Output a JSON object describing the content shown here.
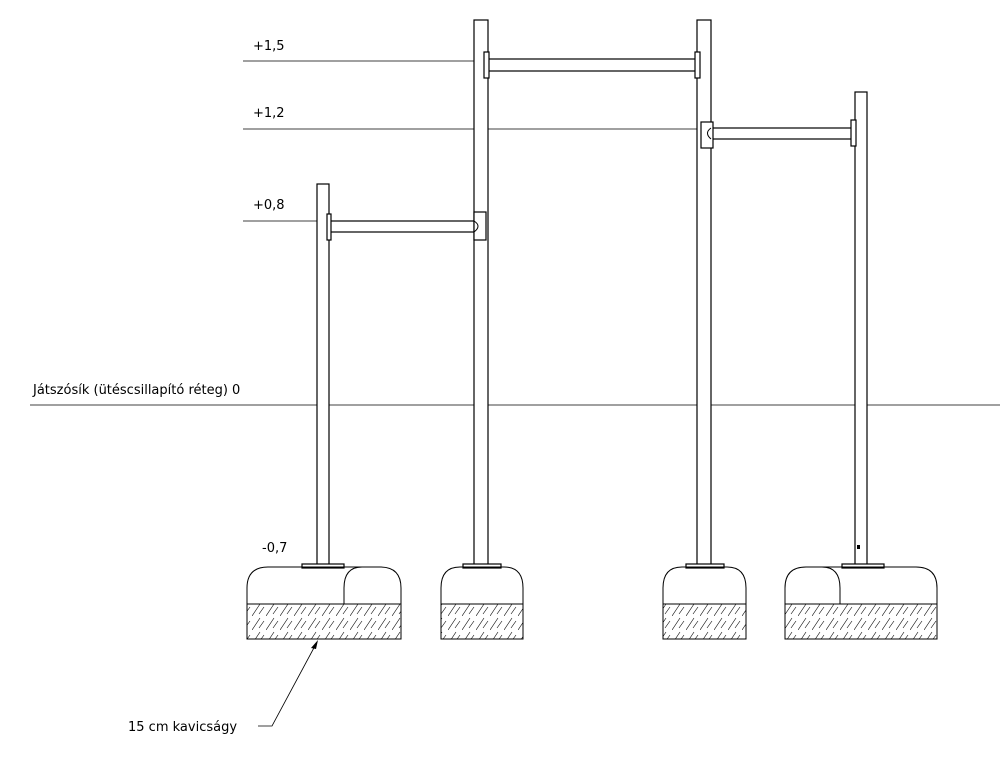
{
  "levels": {
    "l15": "+1,5",
    "l12": "+1,2",
    "l08": "+0,8",
    "ground": "Játszósík (ütéscsillapító réteg) 0",
    "foundation": "-0,7"
  },
  "callout": {
    "gravel": "15 cm  kavicságy"
  }
}
